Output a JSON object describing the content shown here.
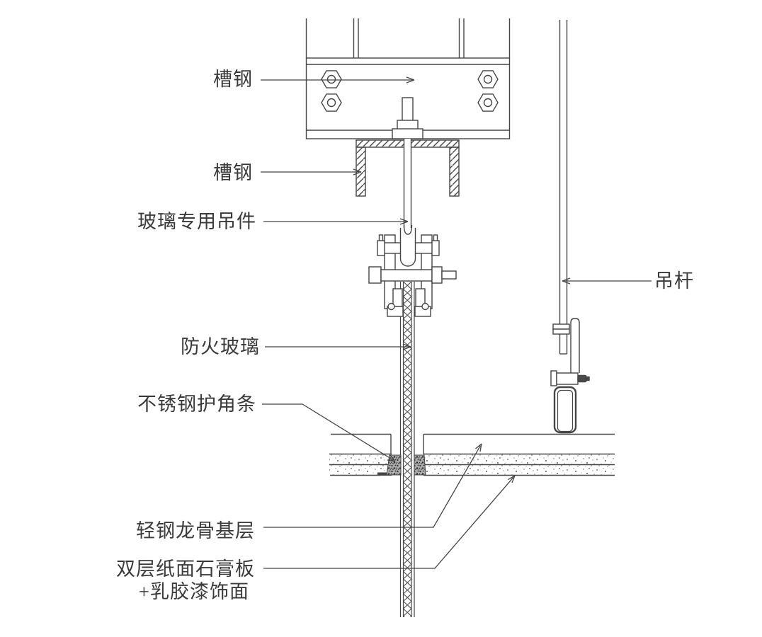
{
  "drawing": {
    "kind": "ceiling-and-fireproof-glass-partition-construction-detail",
    "labels": {
      "channel_steel_top": "槽钢",
      "channel_steel_lower": "槽钢",
      "glass_hanger": "玻璃专用吊件",
      "fireproof_glass": "防火玻璃",
      "corner_guard": "不锈钢护角条",
      "steel_keel": "轻钢龙骨基层",
      "gypsum_line1": "双层纸面石膏板",
      "gypsum_line2": "+乳胶漆饰面",
      "hanger_rod": "吊杆"
    },
    "colors": {
      "line": "#454545",
      "text": "#3a3a3a",
      "background": "#ffffff"
    }
  }
}
